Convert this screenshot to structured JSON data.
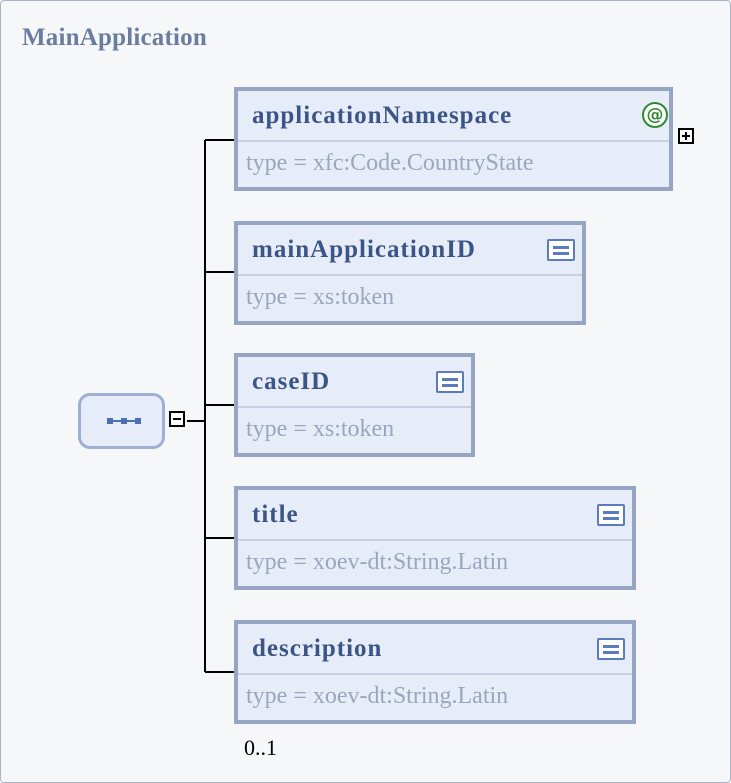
{
  "diagram": {
    "title": "MainApplication",
    "compositor": "sequence",
    "elements": [
      {
        "name": "applicationNamespace",
        "type": "type = xfc:Code.CountryState",
        "icon": "attribute-icon",
        "has_children": true
      },
      {
        "name": "mainApplicationID",
        "type": "type = xs:token",
        "icon": "documentation-icon"
      },
      {
        "name": "caseID",
        "type": "type = xs:token",
        "icon": "documentation-icon"
      },
      {
        "name": "title",
        "type": "type = xoev-dt:String.Latin",
        "icon": "documentation-icon"
      },
      {
        "name": "description",
        "type": "type = xoev-dt:String.Latin",
        "icon": "documentation-icon",
        "occurrence": "0..1"
      }
    ],
    "attribute_glyph": "@",
    "colors": {
      "border": "#97a5c4",
      "fill": "#e6edf9",
      "name_text": "#3c5587",
      "type_text": "#9aa6bd",
      "title_text": "#6a7da0"
    }
  }
}
